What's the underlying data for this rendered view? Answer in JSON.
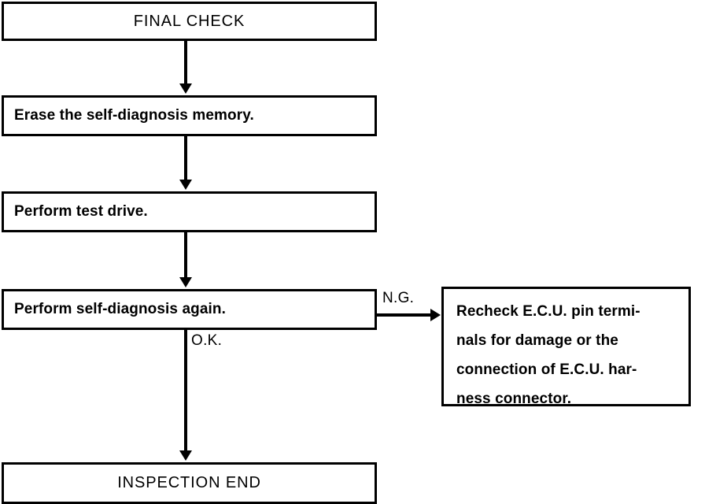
{
  "diagram": {
    "title": "FINAL CHECK",
    "type": "flowchart",
    "nodes": {
      "start": {
        "label": "FINAL CHECK"
      },
      "step1": {
        "label": "Erase the self-diagnosis memory."
      },
      "step2": {
        "label": "Perform test drive."
      },
      "step3": {
        "label": "Perform self-diagnosis again."
      },
      "recheck": {
        "lines": [
          "Recheck E.C.U. pin termi-",
          "nals for damage or the",
          "connection of E.C.U. har-",
          "ness connector."
        ]
      },
      "end": {
        "label": "INSPECTION END"
      }
    },
    "edge_labels": {
      "ng": "N.G.",
      "ok": "O.K."
    },
    "colors": {
      "stroke": "#000000",
      "fill": "#ffffff",
      "text": "#000000"
    }
  }
}
